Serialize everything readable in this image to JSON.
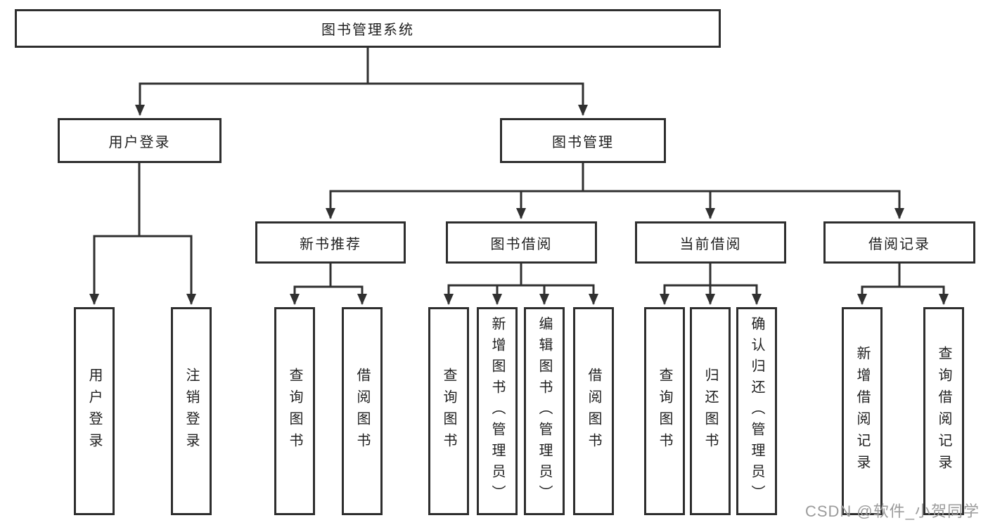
{
  "diagram": {
    "root": "图书管理系统",
    "branches": [
      {
        "label": "用户登录",
        "children": [
          "用户登录",
          "注销登录"
        ]
      },
      {
        "label": "图书管理",
        "modules": [
          {
            "label": "新书推荐",
            "children": [
              "查询图书",
              "借阅图书"
            ]
          },
          {
            "label": "图书借阅",
            "children": [
              "查询图书",
              "新增图书（管理员）",
              "编辑图书（管理员）",
              "借阅图书"
            ]
          },
          {
            "label": "当前借阅",
            "children": [
              "查询图书",
              "归还图书",
              "确认归还（管理员）"
            ]
          },
          {
            "label": "借阅记录",
            "children": [
              "新增借阅记录",
              "查询借阅记录"
            ]
          }
        ]
      }
    ],
    "watermark": "CSDN @软件_小贺同学",
    "colors": {
      "line": "#303030",
      "box_border": "#2e2e2e",
      "box_fill": "#ffffff",
      "text": "#1f1f1f",
      "watermark": "#9b9b9b"
    }
  }
}
